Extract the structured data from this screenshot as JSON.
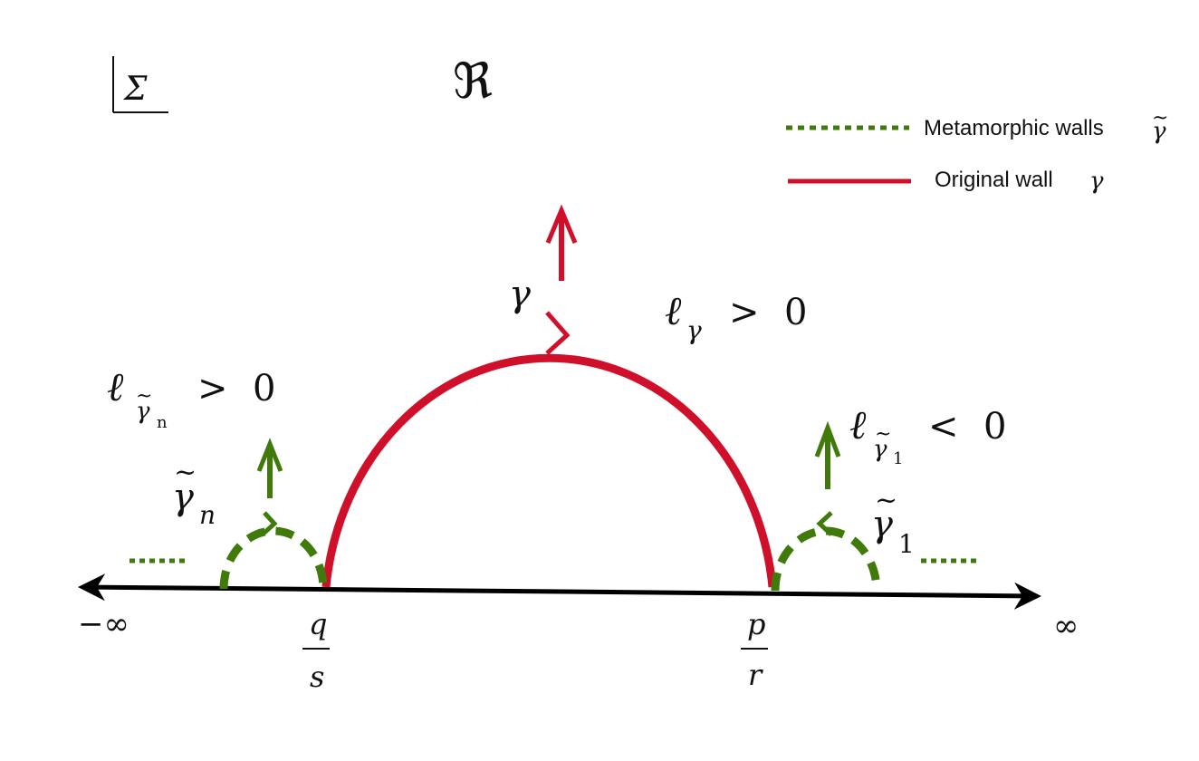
{
  "frame_label": "Σ",
  "region_label": "ℜ",
  "legend": {
    "metamorphic": {
      "label": "Metamorphic walls",
      "symbol": "γ",
      "tilde": "~",
      "color": "#3f7a0a"
    },
    "original": {
      "label": "Original wall",
      "symbol": "γ",
      "color": "#d0102a"
    }
  },
  "axis": {
    "left_label": "−∞",
    "right_label": "∞",
    "color": "#000000"
  },
  "points": {
    "left": {
      "numerator": "q",
      "denominator": "s"
    },
    "right": {
      "numerator": "p",
      "denominator": "r"
    }
  },
  "walls": {
    "original": {
      "symbol": "γ",
      "condition": {
        "ell": "ℓ",
        "subscript": "γ",
        "relation": ">",
        "value": "0"
      }
    },
    "metamorphic_n": {
      "symbol": "γ",
      "tilde": "~",
      "subscript": "n",
      "condition": {
        "ell": "ℓ",
        "subscript": "γ",
        "subscript_tilde": "~",
        "subsubscript": "n",
        "relation": ">",
        "value": "0"
      }
    },
    "metamorphic_1": {
      "symbol": "γ",
      "tilde": "~",
      "subscript": "1",
      "condition": {
        "ell": "ℓ",
        "subscript": "γ",
        "subscript_tilde": "~",
        "subsubscript": "1",
        "relation": "<",
        "value": "0"
      }
    }
  },
  "ellipsis_left": ".....",
  "ellipsis_right": "....."
}
